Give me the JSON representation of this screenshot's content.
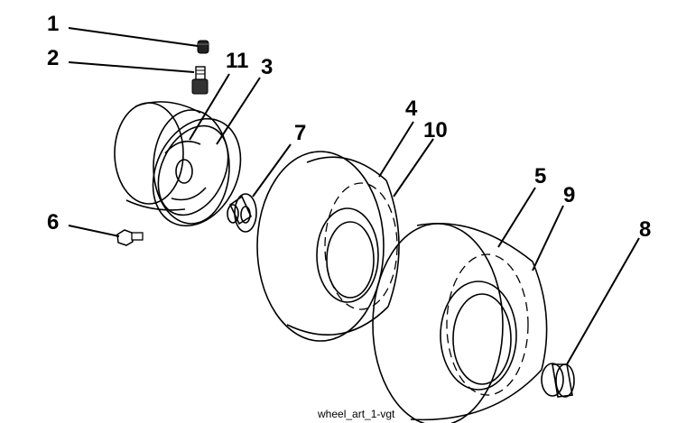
{
  "callouts": {
    "c1": "1",
    "c2": "2",
    "c3": "3",
    "c4": "4",
    "c5": "5",
    "c6": "6",
    "c7": "7",
    "c8": "8",
    "c9": "9",
    "c10": "10",
    "c11": "11"
  },
  "caption": "wheel_art_1-vgt"
}
